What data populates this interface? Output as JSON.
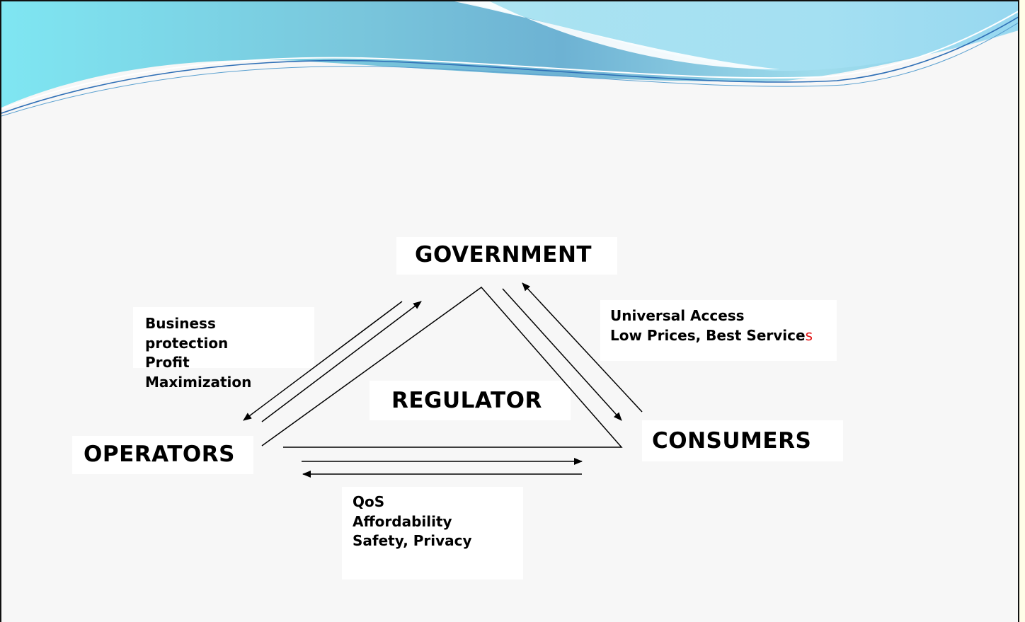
{
  "nodes": {
    "government": "GOVERNMENT",
    "operators": "OPERATORS",
    "consumers": "CONSUMERS",
    "regulator": "REGULATOR"
  },
  "operators_interests": {
    "line1": "Business",
    "line2": "protection",
    "line3": "Profit",
    "line4": "Maximization"
  },
  "consumers_interests": {
    "line1": "Universal Access",
    "line2_main": "Low Prices, Best Service",
    "line2_suffix": "s"
  },
  "regulator_concerns": {
    "line1": "QoS",
    "line2": "Affordability",
    "line3": "Safety, Privacy"
  },
  "colors": {
    "accent_suffix": "#e01010",
    "header_wave_light": "#7ee8f0",
    "header_wave_dark": "#2f7fc8"
  }
}
